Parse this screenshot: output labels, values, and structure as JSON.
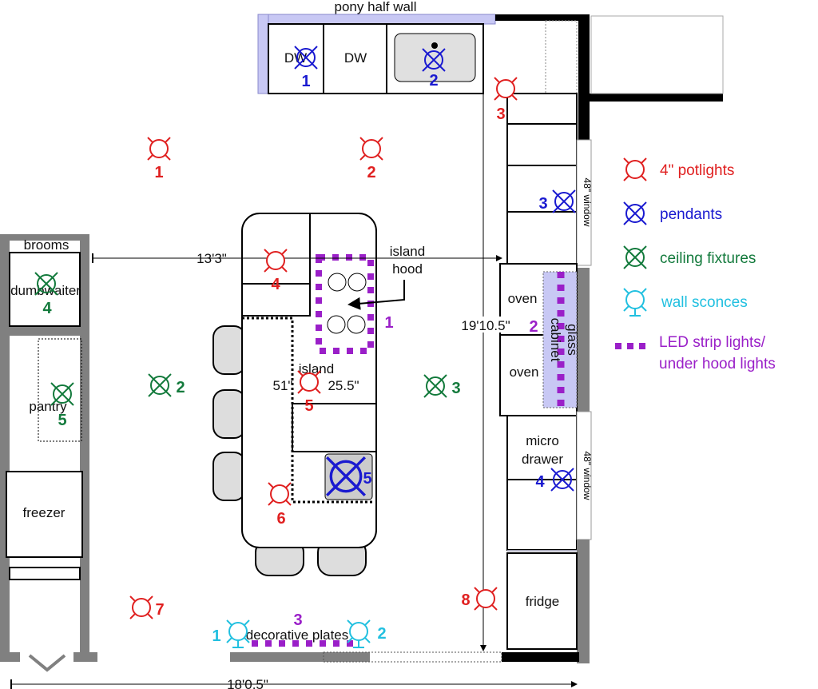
{
  "labels": {
    "pony_half_wall": "pony half wall",
    "dw1": "DW",
    "dw2": "DW",
    "brooms": "brooms",
    "dumbwaiter": "dumbwaiter",
    "pantry": "pantry",
    "freezer": "freezer",
    "island_hood_1": "island",
    "island_hood_2": "hood",
    "island": "island",
    "island_w": "51\"",
    "island_d": "25.5\"",
    "oven1": "oven",
    "oven2": "oven",
    "glass_cabinet_1": "glass",
    "glass_cabinet_2": "cabinet",
    "micro_1": "micro",
    "micro_2": "drawer",
    "fridge": "fridge",
    "window1": "48\" window",
    "window2": "48\" window",
    "decorative_plates": "decorative plates"
  },
  "dimensions": {
    "width_top": "13'3\"",
    "depth": "19'10.5\"",
    "width_bottom": "18'0.5\""
  },
  "fixtures": {
    "potlights": [
      "1",
      "2",
      "3",
      "4",
      "5",
      "6",
      "7",
      "8"
    ],
    "pendants": [
      "1",
      "2",
      "3",
      "4",
      "5"
    ],
    "ceiling": [
      "2",
      "3",
      "4",
      "5"
    ],
    "sconces": [
      "1",
      "2"
    ],
    "led": [
      "1",
      "2",
      "3"
    ]
  },
  "legend": {
    "potlights": "4\" potlights",
    "pendants": "pendants",
    "ceiling": "ceiling fixtures",
    "sconces": "wall sconces",
    "led_1": "LED strip lights/",
    "led_2": "under hood lights"
  },
  "colors": {
    "potlight": "#e02020",
    "pendant": "#1a1ad0",
    "ceiling": "#137a3c",
    "sconce": "#22c0e0",
    "led": "#9a1fc8",
    "lavender": "#c8c8f4",
    "wall_gray": "#808080"
  }
}
